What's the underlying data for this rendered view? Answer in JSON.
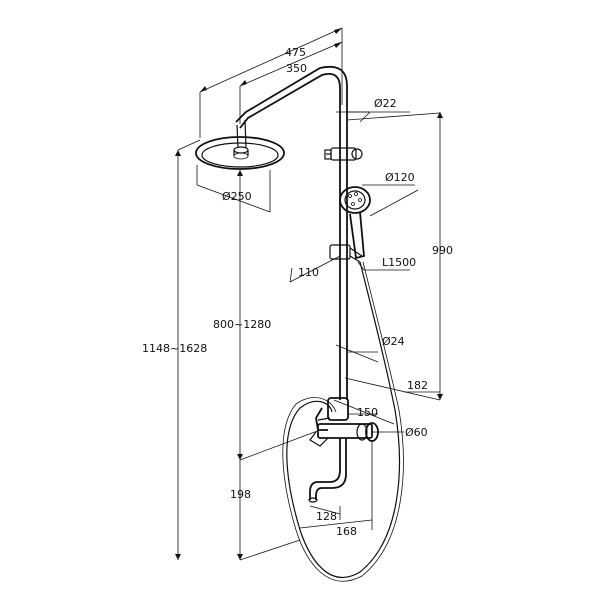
{
  "dimensions": {
    "total_width": "475",
    "arm_length": "350",
    "pipe_dia": "Ø22",
    "hand_dia": "Ø120",
    "head_dia": "Ø250",
    "slide_offset": "110",
    "hose": "L1500",
    "bar_height": "990",
    "head_height": "800~1280",
    "overall_height": "1148~1628",
    "riser_dia": "Ø24",
    "depth": "182",
    "mixer_width": "150",
    "outlet_dia": "Ø60",
    "spout_height": "198",
    "spout_reach": "128",
    "center_dist": "168"
  }
}
